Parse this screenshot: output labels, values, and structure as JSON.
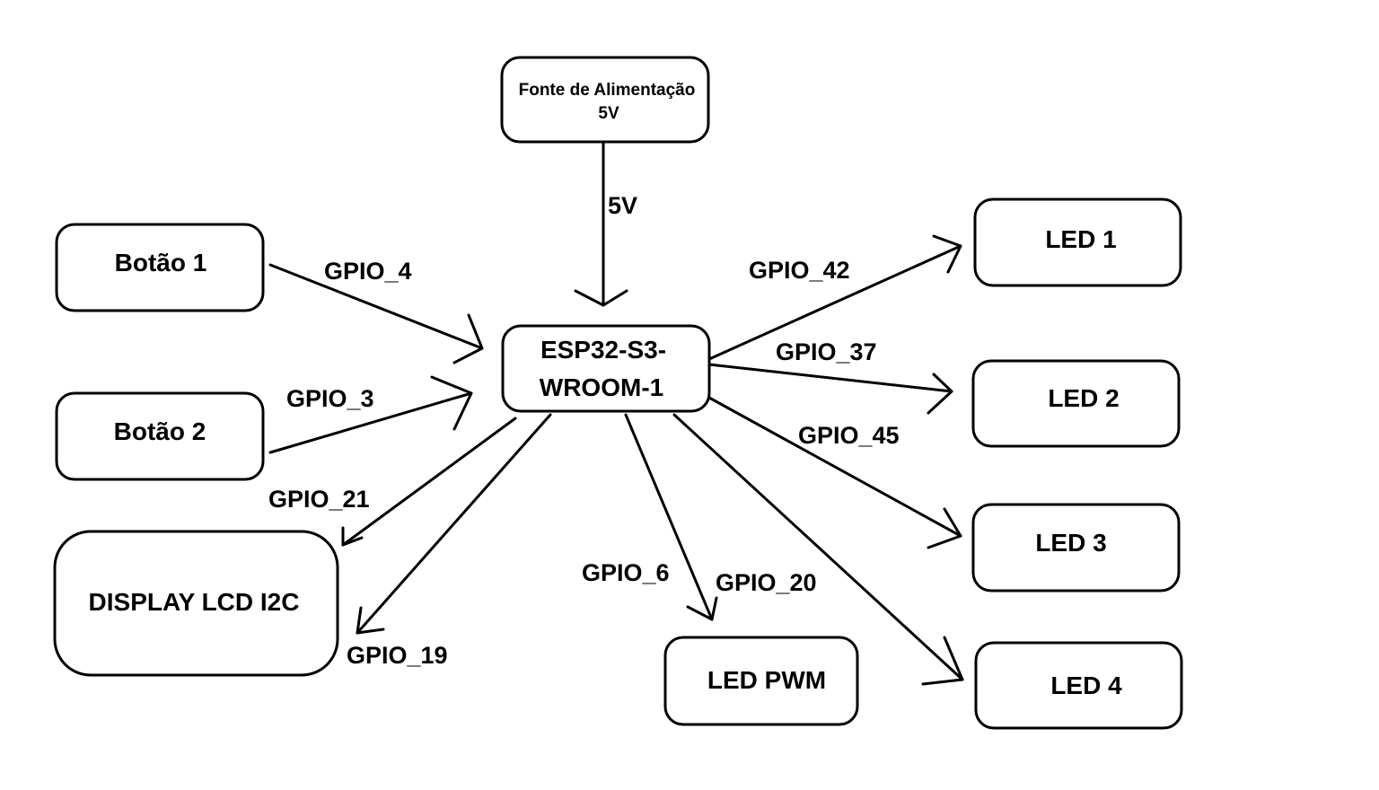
{
  "nodes": {
    "power": {
      "line1": "Fonte de Alimentação",
      "line2": "5V"
    },
    "esp": {
      "line1": "ESP32-S3-",
      "line2": "WROOM-1"
    },
    "button1": {
      "label": "Botão 1"
    },
    "button2": {
      "label": "Botão 2"
    },
    "display": {
      "label": "DISPLAY LCD I2C"
    },
    "led1": {
      "label": "LED 1"
    },
    "led2": {
      "label": "LED 2"
    },
    "led3": {
      "label": "LED 3"
    },
    "led4": {
      "label": "LED 4"
    },
    "ledpwm": {
      "label": "LED PWM"
    }
  },
  "edges": {
    "power": "5V",
    "button1": "GPIO_4",
    "button2": "GPIO_3",
    "display_sda": "GPIO_21",
    "display_scl": "GPIO_19",
    "ledpwm": "GPIO_6",
    "led4": "GPIO_20",
    "led1": "GPIO_42",
    "led2": "GPIO_37",
    "led3": "GPIO_45"
  }
}
